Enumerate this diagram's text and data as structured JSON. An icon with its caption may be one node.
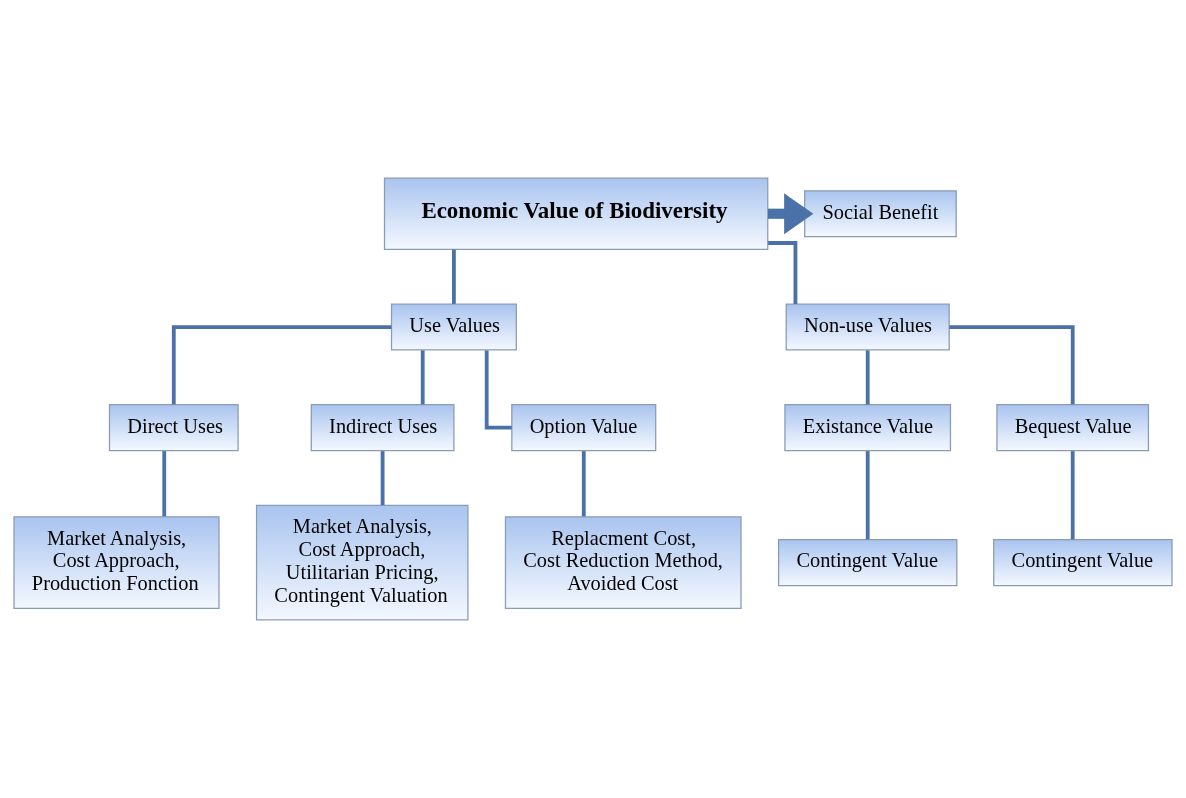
{
  "diagram": {
    "nodes": [
      {
        "text": [
          "Economic Value of Biodiversity"
        ]
      },
      {
        "text": [
          "Social Benefit"
        ]
      },
      {
        "text": [
          "Use Values"
        ]
      },
      {
        "text": [
          "Non-use Values"
        ]
      },
      {
        "text": [
          "Direct Uses"
        ]
      },
      {
        "text": [
          "Indirect Uses"
        ]
      },
      {
        "text": [
          "Option Value"
        ]
      },
      {
        "text": [
          "Market Analysis,",
          "Cost Approach,",
          "Production Fonction"
        ]
      },
      {
        "text": [
          "Market Analysis,",
          "Cost Approach,",
          "Utilitarian Pricing,",
          "Contingent Valuation"
        ]
      },
      {
        "text": [
          "Replacment Cost,",
          "Cost Reduction Method,",
          "Avoided Cost"
        ]
      },
      {
        "text": [
          "Existance Value"
        ]
      },
      {
        "text": [
          "Bequest Value"
        ]
      },
      {
        "text": [
          "Contingent Value"
        ]
      },
      {
        "text": [
          "Contingent Value"
        ]
      }
    ],
    "edges": [
      {
        "from": 0,
        "to": 1,
        "arrow": "to",
        "style": "thick"
      },
      {
        "from": 0,
        "to": 2,
        "arrow": "none"
      },
      {
        "from": 0,
        "to": 3,
        "arrow": "none"
      },
      {
        "from": 2,
        "to": 4,
        "arrow": "none"
      },
      {
        "from": 2,
        "to": 5,
        "arrow": "none"
      },
      {
        "from": 2,
        "to": 6,
        "arrow": "none"
      },
      {
        "from": 4,
        "to": 7,
        "arrow": "none"
      },
      {
        "from": 5,
        "to": 8,
        "arrow": "none"
      },
      {
        "from": 6,
        "to": 9,
        "arrow": "none"
      },
      {
        "from": 3,
        "to": 10,
        "arrow": "none"
      },
      {
        "from": 3,
        "to": 11,
        "arrow": "none"
      },
      {
        "from": 10,
        "to": 12,
        "arrow": "none"
      },
      {
        "from": 11,
        "to": 13,
        "arrow": "none"
      }
    ]
  }
}
